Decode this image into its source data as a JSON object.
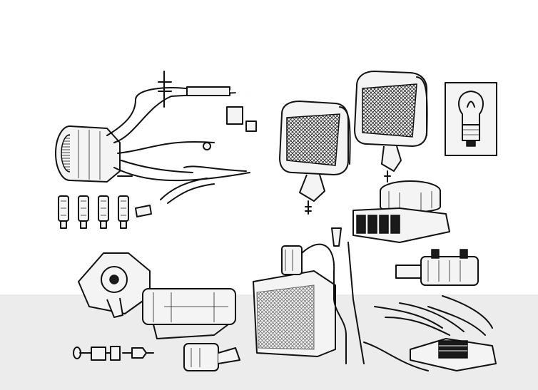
{
  "illustration": {
    "style": "black ink technical line drawing",
    "colors": {
      "background": "#ffffff",
      "lower_band": "#ececec",
      "ink": "#111111"
    },
    "parts": [
      {
        "name": "distributor-with-ignition-leads"
      },
      {
        "name": "spark-plug-connectors"
      },
      {
        "name": "rectangular-headlamp-left"
      },
      {
        "name": "rectangular-headlamp-right"
      },
      {
        "name": "double-filament-bulb"
      },
      {
        "name": "electric-horn"
      },
      {
        "name": "windscreen-wiper-motor"
      },
      {
        "name": "washer-reservoir-with-pump"
      },
      {
        "name": "ignition-coil"
      },
      {
        "name": "relay"
      },
      {
        "name": "wiring-loom-with-connector-block"
      },
      {
        "name": "fuses-and-bolts"
      }
    ]
  }
}
